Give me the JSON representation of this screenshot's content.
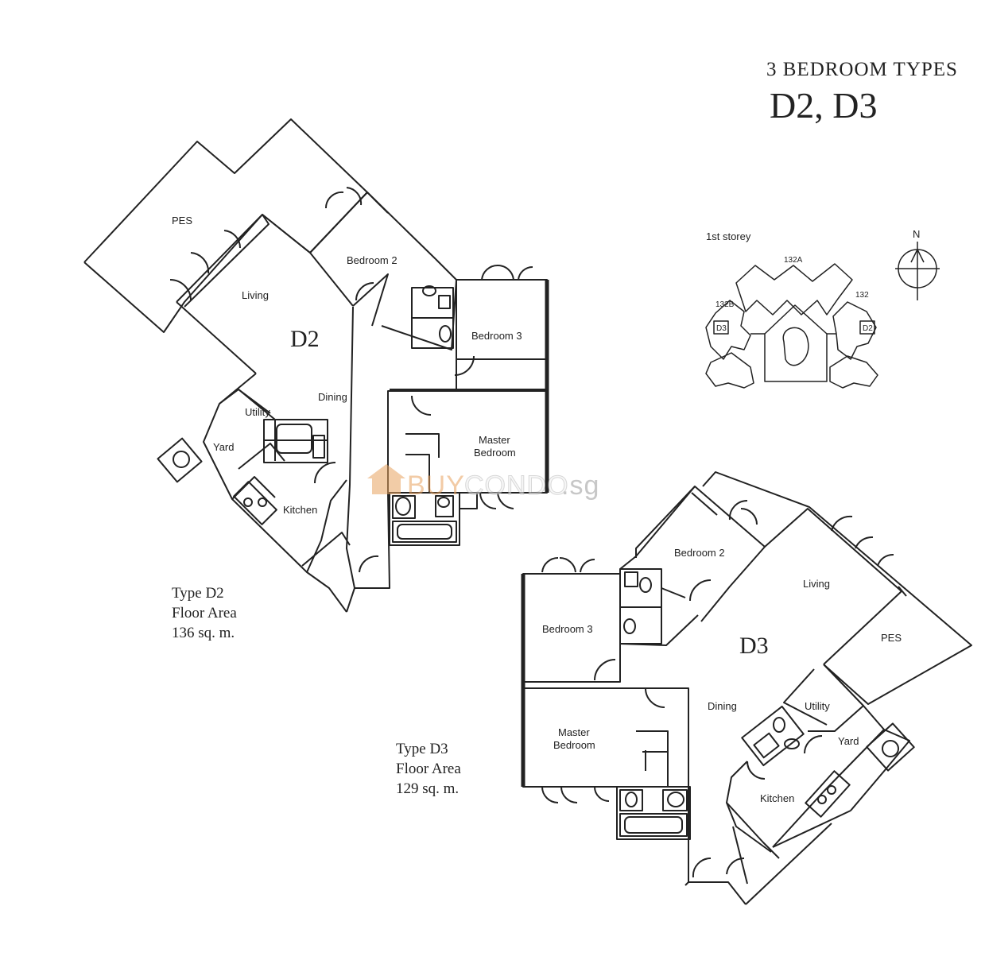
{
  "heading": {
    "subtitle": "3 BEDROOM TYPES",
    "title": "D2, D3"
  },
  "units": {
    "d2": {
      "label": "D2",
      "type_line": "Type D2",
      "area_label": "Floor Area",
      "area_value": "136 sq. m.",
      "rooms": {
        "pes": "PES",
        "living": "Living",
        "bedroom2": "Bedroom 2",
        "bedroom3": "Bedroom 3",
        "dining": "Dining",
        "utility": "Utility",
        "yard": "Yard",
        "kitchen": "Kitchen",
        "master_line1": "Master",
        "master_line2": "Bedroom"
      }
    },
    "d3": {
      "label": "D3",
      "type_line": "Type D3",
      "area_label": "Floor Area",
      "area_value": "129 sq. m.",
      "rooms": {
        "pes": "PES",
        "living": "Living",
        "bedroom2": "Bedroom 2",
        "bedroom3": "Bedroom 3",
        "dining": "Dining",
        "utility": "Utility",
        "yard": "Yard",
        "kitchen": "Kitchen",
        "master_line1": "Master",
        "master_line2": "Bedroom"
      }
    }
  },
  "key_plan": {
    "caption": "1st storey",
    "blocks": [
      "132A",
      "132B",
      "132"
    ],
    "unit_tags": [
      "D3",
      "D2"
    ]
  },
  "compass": {
    "label": "N"
  },
  "watermark": {
    "part1": "BUY",
    "part2": "CONDO",
    "part3": ".sg",
    "color": "#e8a25e"
  }
}
